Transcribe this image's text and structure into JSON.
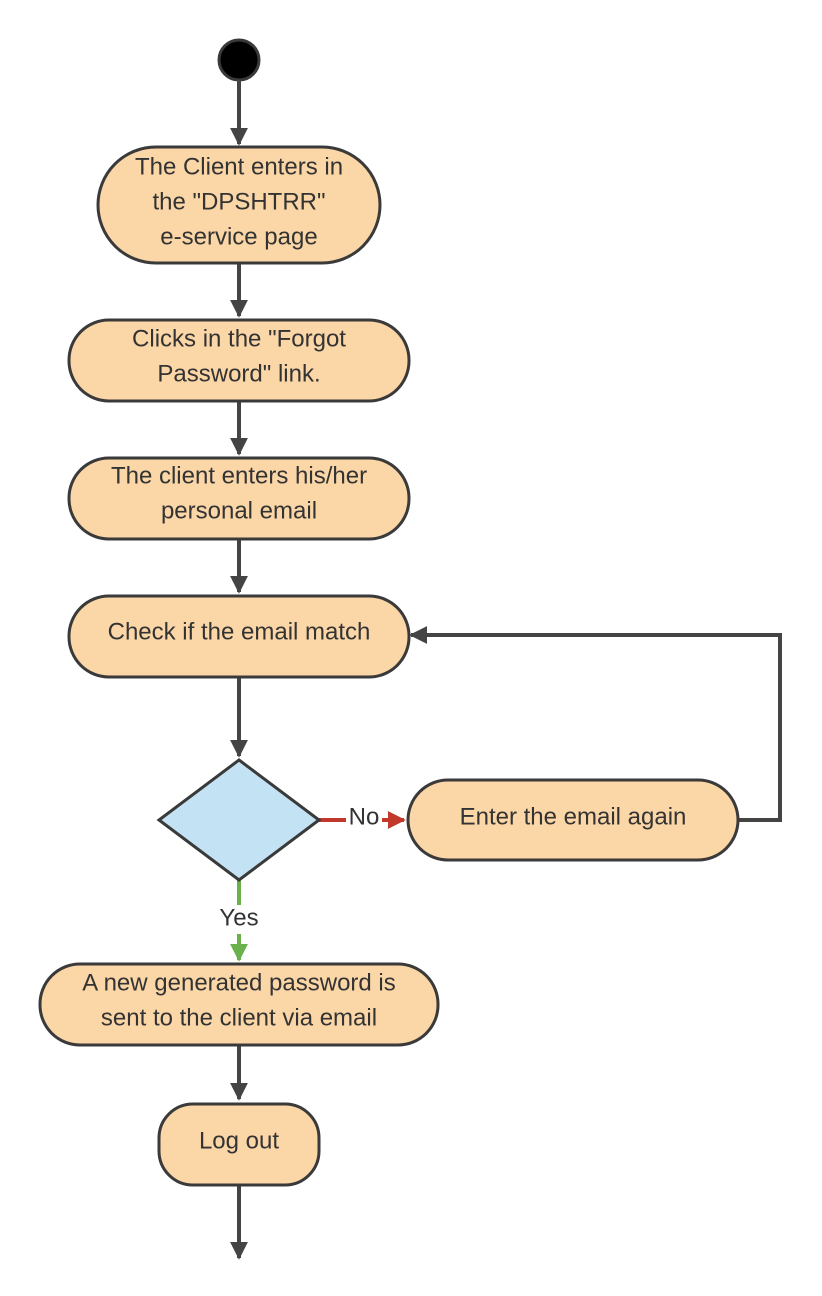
{
  "diagram": {
    "nodes": {
      "enter_page": {
        "lines": [
          "The Client enters in",
          "the \"DPSHTRR\"",
          "e-service page"
        ]
      },
      "forgot_link": {
        "lines": [
          "Clicks  in the \"Forgot",
          "Password\" link."
        ]
      },
      "enter_email": {
        "lines": [
          "The client enters his/her",
          "personal email"
        ]
      },
      "check_email": {
        "lines": [
          "Check if the email match"
        ]
      },
      "enter_again": {
        "lines": [
          "Enter the email again"
        ]
      },
      "new_password": {
        "lines": [
          "A new generated password is",
          "sent to the client via email"
        ]
      },
      "log_out": {
        "lines": [
          "Log out"
        ]
      }
    },
    "edges": {
      "no_label": "No",
      "yes_label": "Yes"
    },
    "colors": {
      "activity_fill": "#fbd6a6",
      "decision_fill": "#c3e3f5",
      "outline": "#3a3a3a",
      "edge": "#444444",
      "no_edge": "#c0392b",
      "yes_edge": "#6ab04c",
      "start_node": "#000000"
    }
  }
}
